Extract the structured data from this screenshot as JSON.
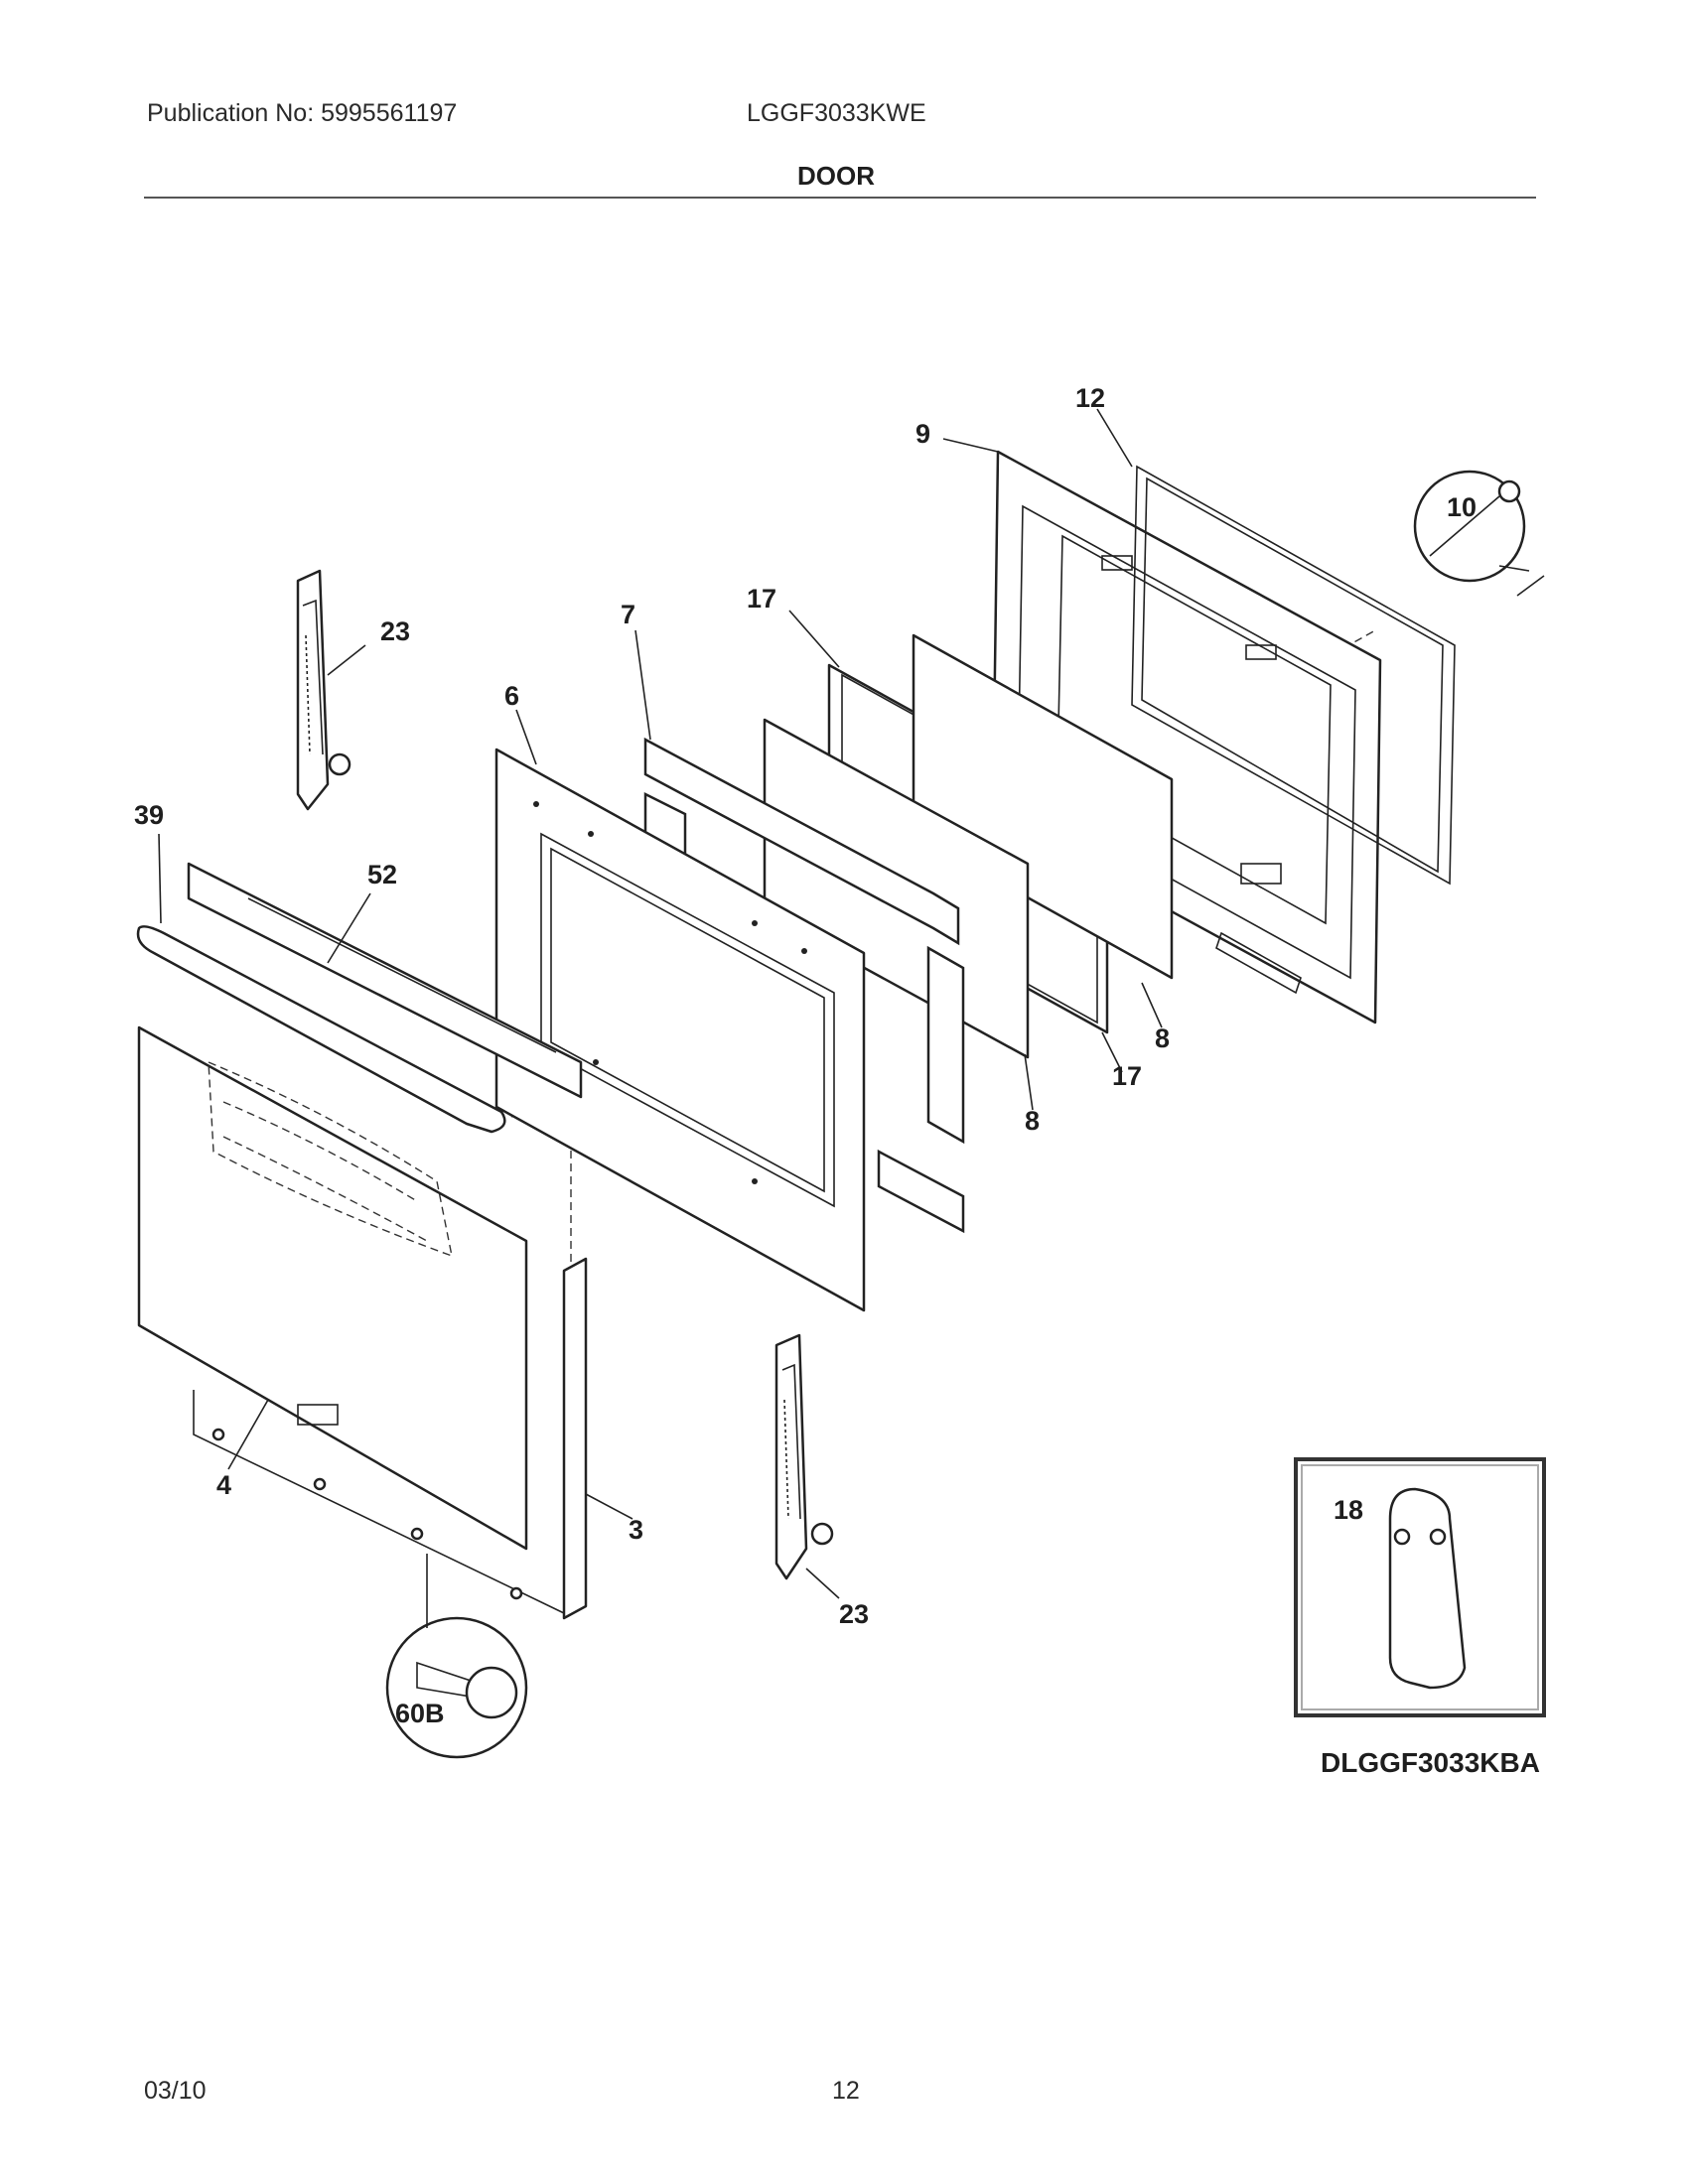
{
  "header": {
    "publication": "Publication No: 5995561197",
    "model": "LGGF3033KWE",
    "section_title": "DOOR"
  },
  "callouts": {
    "c3": "3",
    "c4": "4",
    "c6": "6",
    "c7": "7",
    "c8a": "8",
    "c8b": "8",
    "c9": "9",
    "c10": "10",
    "c12": "12",
    "c17a": "17",
    "c17b": "17",
    "c18": "18",
    "c23a": "23",
    "c23b": "23",
    "c39": "39",
    "c52": "52",
    "c60b": "60B"
  },
  "inset": {
    "model_label": "DLGGF3033KBA"
  },
  "footer": {
    "date": "03/10",
    "page": "12"
  }
}
